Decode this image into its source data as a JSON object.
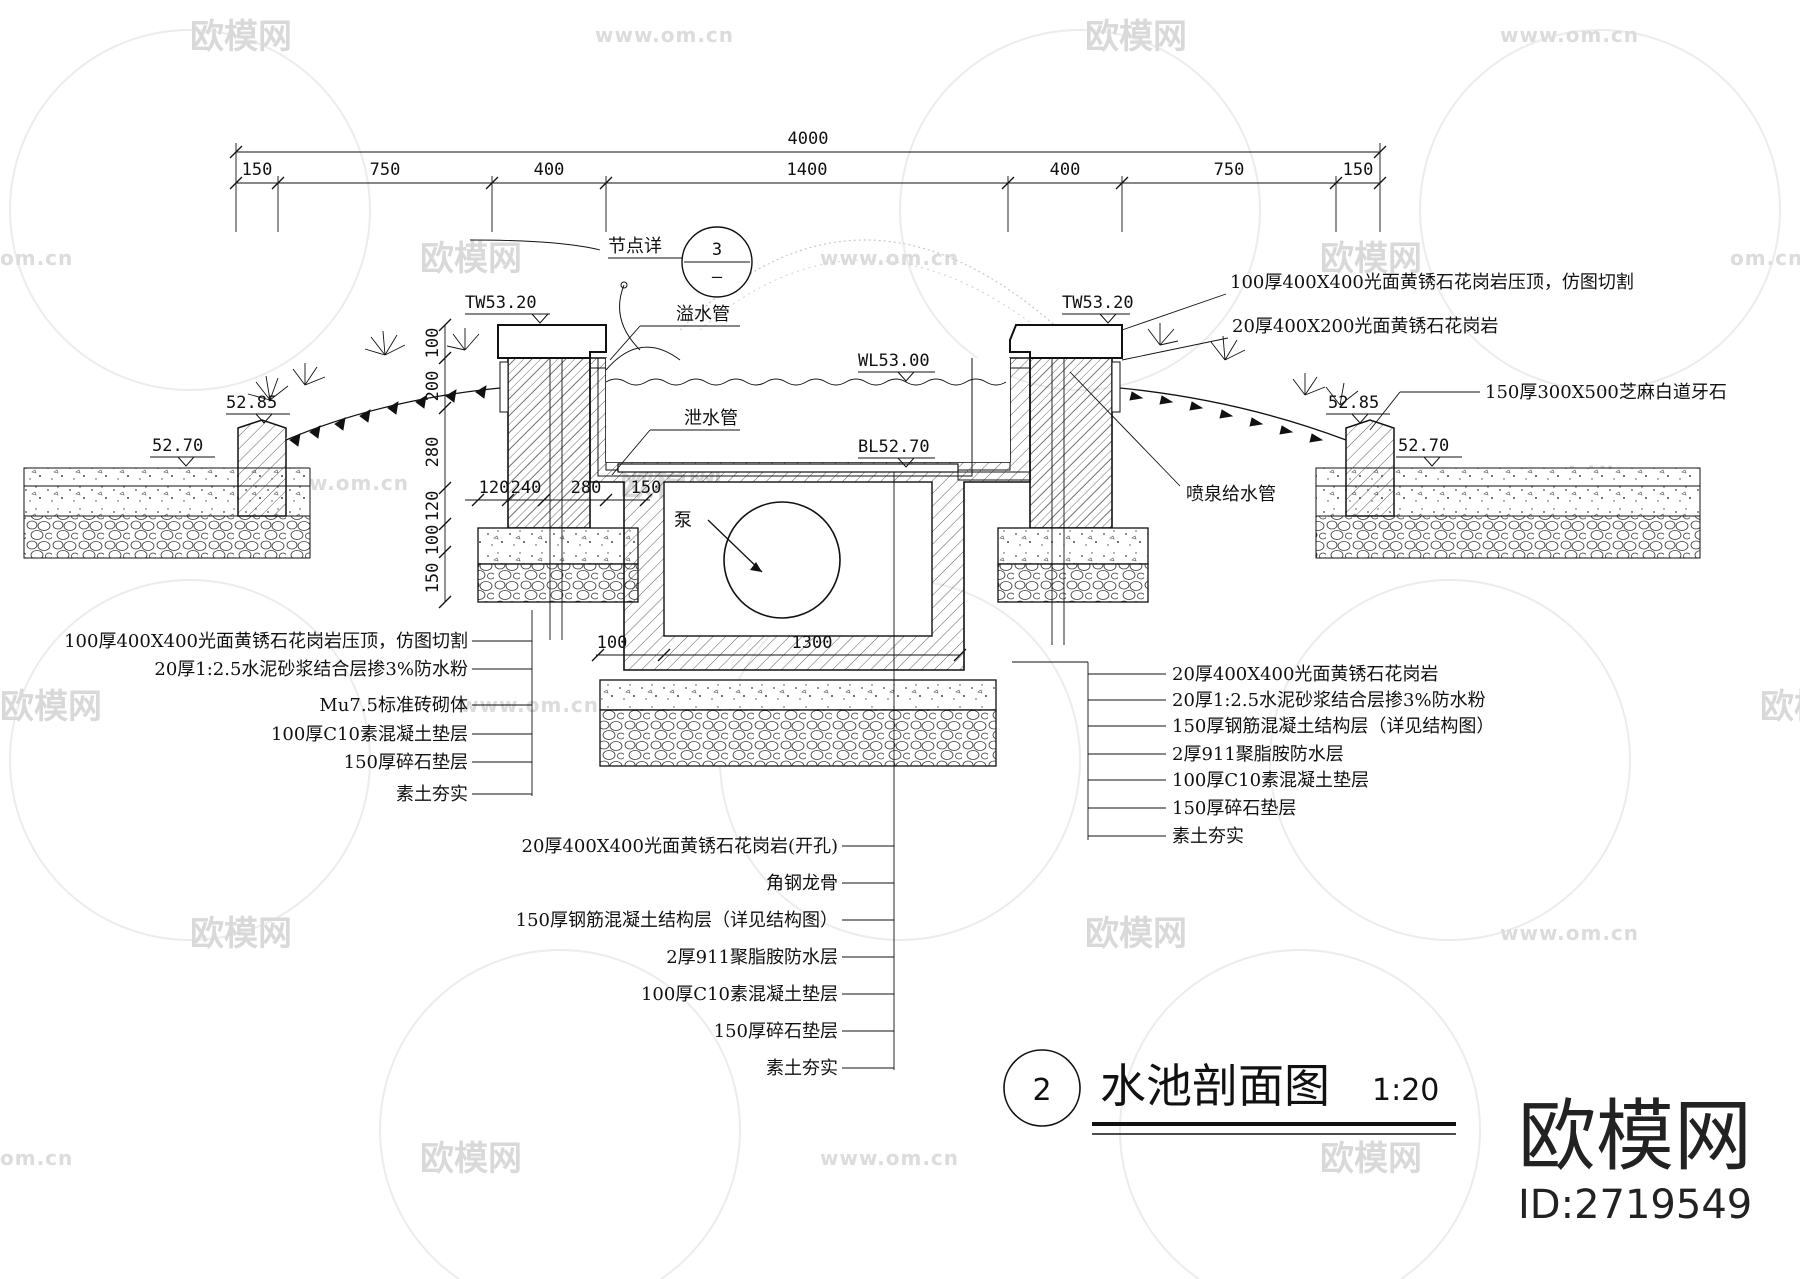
{
  "drawing": {
    "title": "水池剖面图",
    "scale": "1:20",
    "number": "2",
    "detail_ref": {
      "label": "节点详",
      "number": "3",
      "sub": "–"
    }
  },
  "dimensions": {
    "total": "4000",
    "segments": [
      "150",
      "750",
      "400",
      "1400",
      "400",
      "750",
      "150"
    ],
    "vertical": [
      "100",
      "200",
      "280",
      "120",
      "100",
      "150"
    ],
    "wall": [
      "120",
      "240",
      "280",
      "150"
    ],
    "bottom": [
      "100",
      "1300"
    ]
  },
  "levels": {
    "tw_left": "TW53.20",
    "tw_right": "TW53.20",
    "wl": "WL53.00",
    "bl": "BL52.70",
    "curb_left": "52.85",
    "curb_right": "52.85",
    "ground_left": "52.70",
    "ground_right": "52.70"
  },
  "pipes": {
    "overflow": "溢水管",
    "drain": "泄水管",
    "pump": "泵",
    "fountain_supply": "喷泉给水管"
  },
  "callouts_top_right": [
    "100厚400X400光面黄锈石花岗岩压顶，仿图切割",
    "20厚400X200光面黄锈石花岗岩",
    "150厚300X500芝麻白道牙石"
  ],
  "callouts_left": [
    "100厚400X400光面黄锈石花岗岩压顶，仿图切割",
    "20厚1:2.5水泥砂浆结合层掺3%防水粉",
    "Mu7.5标准砖砌体",
    "100厚C10素混凝土垫层",
    "150厚碎石垫层",
    "素土夯实"
  ],
  "callouts_right": [
    "20厚400X400光面黄锈石花岗岩",
    "20厚1:2.5水泥砂浆结合层掺3%防水粉",
    "150厚钢筋混凝土结构层（详见结构图）",
    "2厚911聚脂胺防水层",
    "100厚C10素混凝土垫层",
    "150厚碎石垫层",
    "素土夯实"
  ],
  "callouts_center": [
    "20厚400X400光面黄锈石花岗岩(开孔)",
    "角钢龙骨",
    "150厚钢筋混凝土结构层（详见结构图）",
    "2厚911聚脂胺防水层",
    "100厚C10素混凝土垫层",
    "150厚碎石垫层",
    "素土夯实"
  ],
  "watermark": {
    "brand": "欧模网",
    "id": "ID:2719549",
    "site": "www.om.cn",
    "site_short": "om.cn"
  }
}
